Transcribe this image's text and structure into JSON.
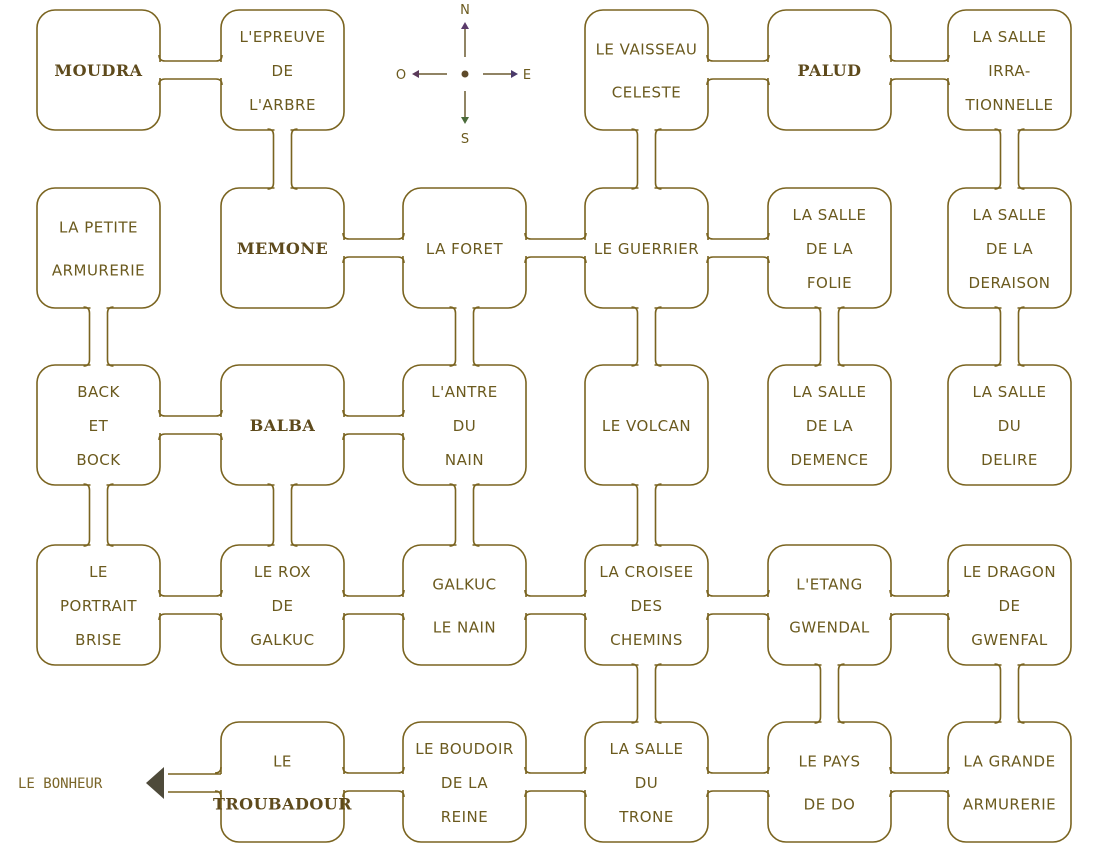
{
  "title": "Plan du labyrinthe",
  "colors": {
    "line": "#7a6420",
    "text": "#6b5a1e",
    "arrow": "#5a4a30"
  },
  "compass": {
    "north": "N",
    "south": "S",
    "east": "E",
    "west": "O"
  },
  "exit": {
    "label": "LE BONHEUR",
    "from": "troubadour"
  },
  "rooms": [
    {
      "id": "moudra",
      "col": 0,
      "row": 0,
      "lines": [
        "MOUDRA"
      ],
      "style": "serif"
    },
    {
      "id": "epreuve-arbre",
      "col": 1,
      "row": 0,
      "lines": [
        "L'EPREUVE",
        "DE",
        "L'ARBRE"
      ]
    },
    {
      "id": "vaisseau-celeste",
      "col": 3,
      "row": 0,
      "lines": [
        "LE VAISSEAU",
        "CELESTE"
      ]
    },
    {
      "id": "palud",
      "col": 4,
      "row": 0,
      "lines": [
        "PALUD"
      ],
      "style": "serif"
    },
    {
      "id": "salle-irrationnelle",
      "col": 5,
      "row": 0,
      "lines": [
        "LA SALLE",
        "IRRA-",
        "TIONNELLE"
      ]
    },
    {
      "id": "petite-armurerie",
      "col": 0,
      "row": 1,
      "lines": [
        "LA PETITE",
        "ARMURERIE"
      ]
    },
    {
      "id": "memone",
      "col": 1,
      "row": 1,
      "lines": [
        "MEMONE"
      ],
      "style": "serif"
    },
    {
      "id": "foret",
      "col": 2,
      "row": 1,
      "lines": [
        "LA FORET"
      ]
    },
    {
      "id": "guerrier",
      "col": 3,
      "row": 1,
      "lines": [
        "LE GUERRIER"
      ]
    },
    {
      "id": "salle-folie",
      "col": 4,
      "row": 1,
      "lines": [
        "LA SALLE",
        "DE LA",
        "FOLIE"
      ]
    },
    {
      "id": "salle-deraison",
      "col": 5,
      "row": 1,
      "lines": [
        "LA SALLE",
        "DE LA",
        "DERAISON"
      ]
    },
    {
      "id": "back-et-bock",
      "col": 0,
      "row": 2,
      "lines": [
        "BACK",
        "ET",
        "BOCK"
      ]
    },
    {
      "id": "balba",
      "col": 1,
      "row": 2,
      "lines": [
        "BALBA"
      ],
      "style": "serif"
    },
    {
      "id": "antre-nain",
      "col": 2,
      "row": 2,
      "lines": [
        "L'ANTRE",
        "DU",
        "NAIN"
      ]
    },
    {
      "id": "volcan",
      "col": 3,
      "row": 2,
      "lines": [
        "LE VOLCAN"
      ]
    },
    {
      "id": "salle-demence",
      "col": 4,
      "row": 2,
      "lines": [
        "LA SALLE",
        "DE LA",
        "DEMENCE"
      ]
    },
    {
      "id": "salle-delire",
      "col": 5,
      "row": 2,
      "lines": [
        "LA SALLE",
        "DU",
        "DELIRE"
      ]
    },
    {
      "id": "portrait-brise",
      "col": 0,
      "row": 3,
      "lines": [
        "LE",
        "PORTRAIT",
        "BRISE"
      ]
    },
    {
      "id": "rox-galkuc",
      "col": 1,
      "row": 3,
      "lines": [
        "LE ROX",
        "DE",
        "GALKUC"
      ]
    },
    {
      "id": "galkuc-nain",
      "col": 2,
      "row": 3,
      "lines": [
        "GALKUC",
        "LE NAIN"
      ]
    },
    {
      "id": "croisee-chemins",
      "col": 3,
      "row": 3,
      "lines": [
        "LA CROISEE",
        "DES",
        "CHEMINS"
      ]
    },
    {
      "id": "etang-gwendal",
      "col": 4,
      "row": 3,
      "lines": [
        "L'ETANG",
        "GWENDAL"
      ]
    },
    {
      "id": "dragon-gwenfal",
      "col": 5,
      "row": 3,
      "lines": [
        "LE DRAGON",
        "DE",
        "GWENFAL"
      ]
    },
    {
      "id": "troubadour",
      "col": 1,
      "row": 4,
      "lines": [
        "LE",
        "TROUBADOUR"
      ],
      "style": "serif-mixed"
    },
    {
      "id": "boudoir-reine",
      "col": 2,
      "row": 4,
      "lines": [
        "LE BOUDOIR",
        "DE LA",
        "REINE"
      ]
    },
    {
      "id": "salle-trone",
      "col": 3,
      "row": 4,
      "lines": [
        "LA SALLE",
        "DU",
        "TRONE"
      ]
    },
    {
      "id": "pays-do",
      "col": 4,
      "row": 4,
      "lines": [
        "LE PAYS",
        "DE DO"
      ]
    },
    {
      "id": "grande-armurerie",
      "col": 5,
      "row": 4,
      "lines": [
        "LA GRANDE",
        "ARMURERIE"
      ]
    }
  ],
  "connections": [
    [
      "moudra",
      "epreuve-arbre"
    ],
    [
      "vaisseau-celeste",
      "palud"
    ],
    [
      "palud",
      "salle-irrationnelle"
    ],
    [
      "epreuve-arbre",
      "memone"
    ],
    [
      "vaisseau-celeste",
      "guerrier"
    ],
    [
      "salle-irrationnelle",
      "salle-deraison"
    ],
    [
      "memone",
      "foret"
    ],
    [
      "foret",
      "guerrier"
    ],
    [
      "guerrier",
      "salle-folie"
    ],
    [
      "petite-armurerie",
      "back-et-bock"
    ],
    [
      "foret",
      "antre-nain"
    ],
    [
      "guerrier",
      "volcan"
    ],
    [
      "salle-folie",
      "salle-demence"
    ],
    [
      "salle-deraison",
      "salle-delire"
    ],
    [
      "back-et-bock",
      "balba"
    ],
    [
      "balba",
      "antre-nain"
    ],
    [
      "back-et-bock",
      "portrait-brise"
    ],
    [
      "balba",
      "rox-galkuc"
    ],
    [
      "antre-nain",
      "galkuc-nain"
    ],
    [
      "volcan",
      "croisee-chemins"
    ],
    [
      "portrait-brise",
      "rox-galkuc"
    ],
    [
      "rox-galkuc",
      "galkuc-nain"
    ],
    [
      "galkuc-nain",
      "croisee-chemins"
    ],
    [
      "croisee-chemins",
      "etang-gwendal"
    ],
    [
      "etang-gwendal",
      "dragon-gwenfal"
    ],
    [
      "croisee-chemins",
      "salle-trone"
    ],
    [
      "etang-gwendal",
      "pays-do"
    ],
    [
      "dragon-gwenfal",
      "grande-armurerie"
    ],
    [
      "troubadour",
      "boudoir-reine"
    ],
    [
      "boudoir-reine",
      "salle-trone"
    ],
    [
      "salle-trone",
      "pays-do"
    ],
    [
      "pays-do",
      "grande-armurerie"
    ]
  ]
}
